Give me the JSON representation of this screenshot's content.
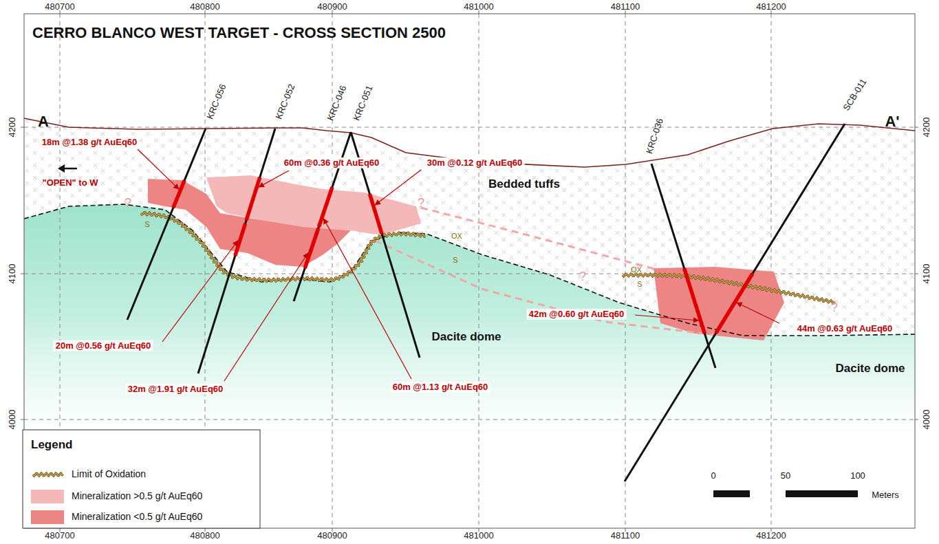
{
  "diagram": {
    "title": "CERRO BLANCO WEST TARGET - CROSS SECTION 2500",
    "labels": [
      "480700",
      "480800",
      "480900",
      "481000",
      "481100",
      "481200",
      "4200",
      "4100",
      "4000",
      "4200",
      "4100",
      "4000",
      "A",
      "A'",
      "KRC-056",
      "KRC-052",
      "KRC-046",
      "KRC-051",
      "KRC-036",
      "SCB-011",
      "18m @1.38 g/t AuEq60",
      "\"OPEN\" to W",
      "?",
      "60m @0.36 g/t AuEq60",
      "30m @0.12 g/t AuEq60",
      "Bedded tuffs",
      "S",
      "OX",
      "S",
      "?",
      "?",
      "OX",
      "S",
      "42m @0.60 g/t AuEq60",
      "44m @0.63 g/t AuEq60",
      "?",
      "20m @0.56 g/t AuEq60",
      "Dacite dome",
      "32m @1.91 g/t AuEq60",
      "60m @1.13 g/t AuEq60",
      "Dacite dome",
      "Legend",
      "0",
      "50",
      "100",
      "Meters",
      "480700",
      "480800",
      "480900",
      "481000",
      "481100",
      "481200"
    ],
    "legend": [
      {
        "text": "Limit of Oxidation"
      },
      {
        "text": "Mineralization >0.5 g/t AuEq60",
        "color": "#f5b8b8"
      },
      {
        "text": "Mineralization <0.5 g/t AuEq60",
        "color": "#ee8585"
      }
    ]
  }
}
